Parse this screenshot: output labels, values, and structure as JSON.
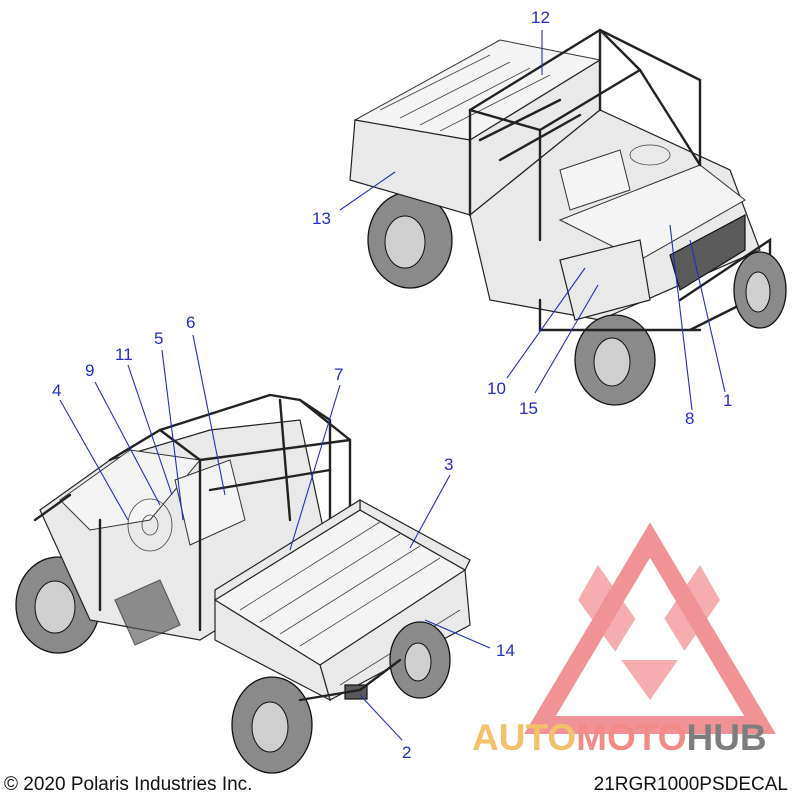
{
  "diagram": {
    "callouts": [
      {
        "id": "1",
        "label": "1"
      },
      {
        "id": "2",
        "label": "2"
      },
      {
        "id": "3",
        "label": "3"
      },
      {
        "id": "4",
        "label": "4"
      },
      {
        "id": "5",
        "label": "5"
      },
      {
        "id": "6",
        "label": "6"
      },
      {
        "id": "7",
        "label": "7"
      },
      {
        "id": "8",
        "label": "8"
      },
      {
        "id": "9",
        "label": "9"
      },
      {
        "id": "10",
        "label": "10"
      },
      {
        "id": "11",
        "label": "11"
      },
      {
        "id": "12",
        "label": "12"
      },
      {
        "id": "13",
        "label": "13"
      },
      {
        "id": "14",
        "label": "14"
      },
      {
        "id": "15",
        "label": "15"
      }
    ],
    "callout_color": "#1f2fc4"
  },
  "watermark": {
    "brand_part1": "AUTO",
    "brand_part2": "MOTO",
    "brand_part3": "HUB",
    "colors": {
      "part1": "#f2c26b",
      "part2": "#f28b86",
      "part3": "#7d7d7d",
      "logo": "#ef7f84"
    }
  },
  "footer": {
    "copyright": "© 2020 Polaris Industries Inc.",
    "drawing_id": "21RGR1000PSDECAL"
  }
}
